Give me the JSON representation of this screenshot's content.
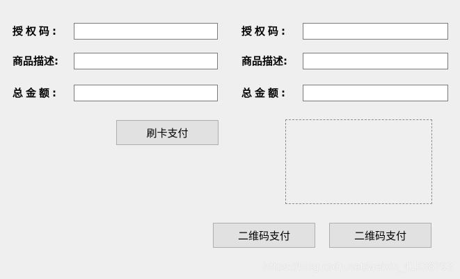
{
  "left_form": {
    "auth_code_label": "授权码:",
    "description_label": "商品描述:",
    "total_amount_label": "总金额:",
    "auth_code_value": "",
    "description_value": "",
    "total_amount_value": "",
    "card_pay_button": "刷卡支付"
  },
  "right_form": {
    "auth_code_label": "授权码:",
    "description_label": "商品描述:",
    "total_amount_label": "总金额:",
    "auth_code_value": "",
    "description_value": "",
    "total_amount_value": ""
  },
  "qr_pay_buttons": [
    "二维码支付",
    "二维码支付"
  ],
  "watermark": "https://blog.csdn.net/weixin_41538793"
}
